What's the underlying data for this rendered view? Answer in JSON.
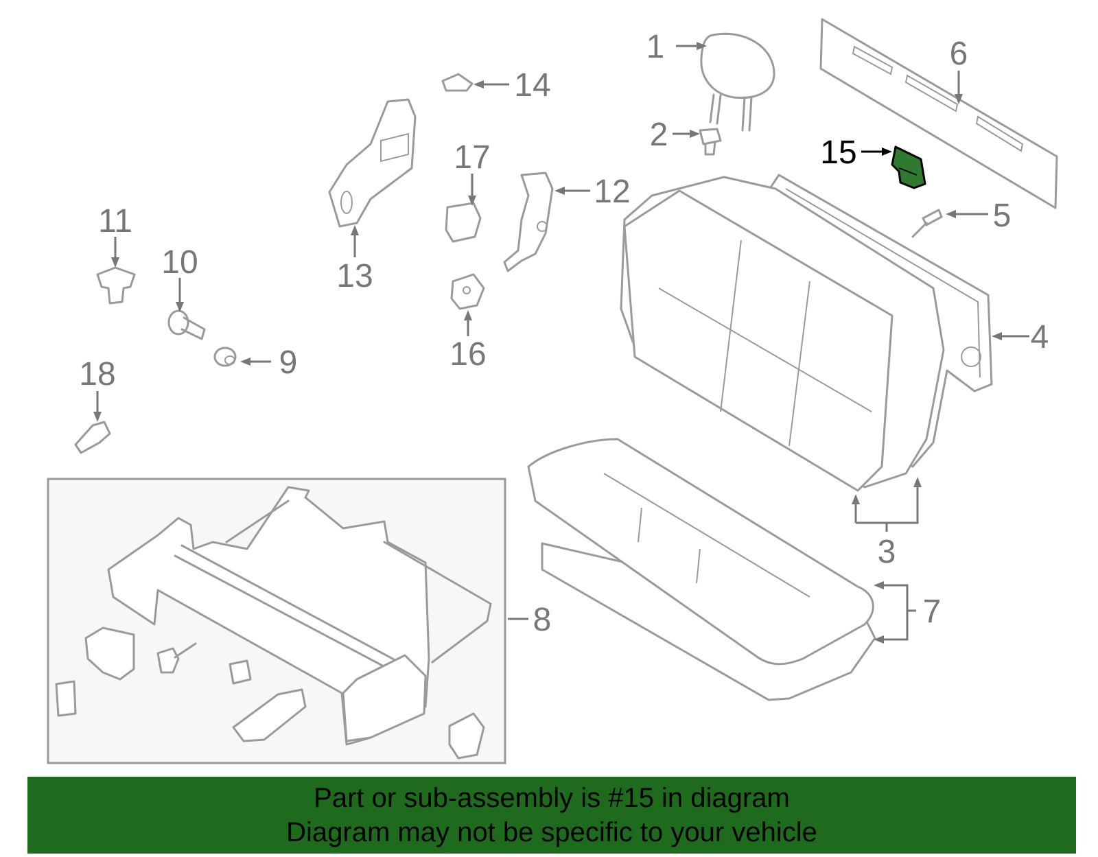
{
  "colors": {
    "banner_bg": "#1e6b1e",
    "highlight_part": "#2f7a2f",
    "line_gray": "#9a9a9a",
    "label_gray": "#777777",
    "inset_bg": "#f7f7f7"
  },
  "callouts": [
    {
      "id": "1",
      "label": "1"
    },
    {
      "id": "2",
      "label": "2"
    },
    {
      "id": "3",
      "label": "3"
    },
    {
      "id": "4",
      "label": "4"
    },
    {
      "id": "5",
      "label": "5"
    },
    {
      "id": "6",
      "label": "6"
    },
    {
      "id": "7",
      "label": "7"
    },
    {
      "id": "8",
      "label": "8"
    },
    {
      "id": "9",
      "label": "9"
    },
    {
      "id": "10",
      "label": "10"
    },
    {
      "id": "11",
      "label": "11"
    },
    {
      "id": "12",
      "label": "12"
    },
    {
      "id": "13",
      "label": "13"
    },
    {
      "id": "14",
      "label": "14"
    },
    {
      "id": "15",
      "label": "15"
    },
    {
      "id": "16",
      "label": "16"
    },
    {
      "id": "17",
      "label": "17"
    },
    {
      "id": "18",
      "label": "18"
    }
  ],
  "highlighted_part": "15",
  "banner": {
    "line1": "Part or sub-assembly is #15 in diagram",
    "line2": "Diagram may not be specific to your vehicle"
  }
}
